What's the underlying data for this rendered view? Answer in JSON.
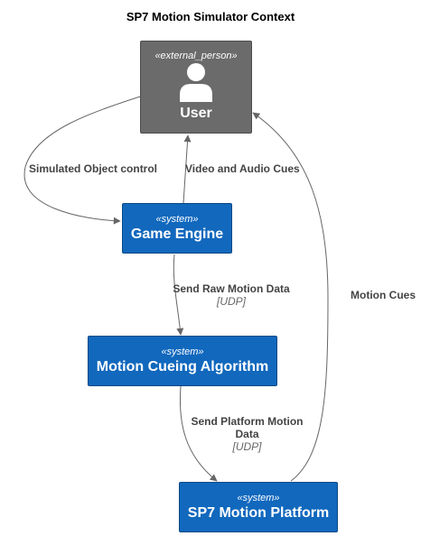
{
  "title": "SP7 Motion Simulator Context",
  "colors": {
    "system": "#1168bd",
    "person": "#6b6b6b",
    "edge": "#666666"
  },
  "nodes": {
    "user": {
      "stereotype": "«external_person»",
      "label": "User",
      "icon": "person-icon"
    },
    "game_engine": {
      "stereotype": "«system»",
      "label": "Game Engine"
    },
    "mca": {
      "stereotype": "«system»",
      "label": "Motion Cueing Algorithm"
    },
    "platform": {
      "stereotype": "«system»",
      "label": "SP7 Motion Platform"
    }
  },
  "edges": {
    "user_to_engine": {
      "label": "Simulated Object control"
    },
    "engine_to_user": {
      "label": "Video and Audio Cues"
    },
    "engine_to_mca": {
      "label": "Send Raw Motion Data",
      "tech": "[UDP]"
    },
    "mca_to_platform": {
      "label": "Send Platform Motion Data",
      "tech": "[UDP]"
    },
    "platform_to_user": {
      "label": "Motion Cues"
    }
  }
}
